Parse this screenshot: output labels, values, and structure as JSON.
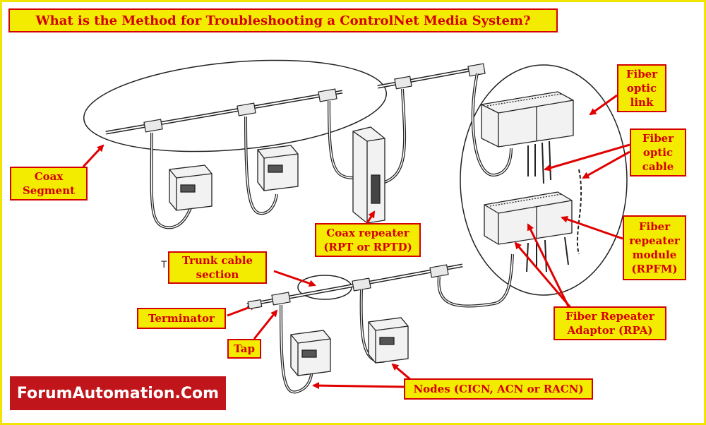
{
  "title": "What is the Method for Troubleshooting a ControlNet Media System?",
  "labels": {
    "coax_segment": "Coax\nSegment",
    "coax_repeater": "Coax repeater\n(RPT or RPTD)",
    "fiber_optic_link": "Fiber\noptic\nlink",
    "fiber_optic_cable": "Fiber\noptic\ncable",
    "fiber_repeater_module": "Fiber\nrepeater\nmodule\n(RPFM)",
    "fiber_repeater_adaptor": "Fiber Repeater\nAdaptor (RPA)",
    "trunk_cable_section": "Trunk cable\nsection",
    "terminator": "Terminator",
    "tap": "Tap",
    "nodes": "Nodes (CICN, ACN or RACN)"
  },
  "stray_text": "T",
  "brand": "ForumAutomation.Com",
  "colors": {
    "frame": "#f2e600",
    "label_fill": "#f4ec00",
    "label_text": "#d40000",
    "arrow": "#e00000",
    "brand_fill": "#c0161b",
    "brand_text": "#ffffff"
  }
}
